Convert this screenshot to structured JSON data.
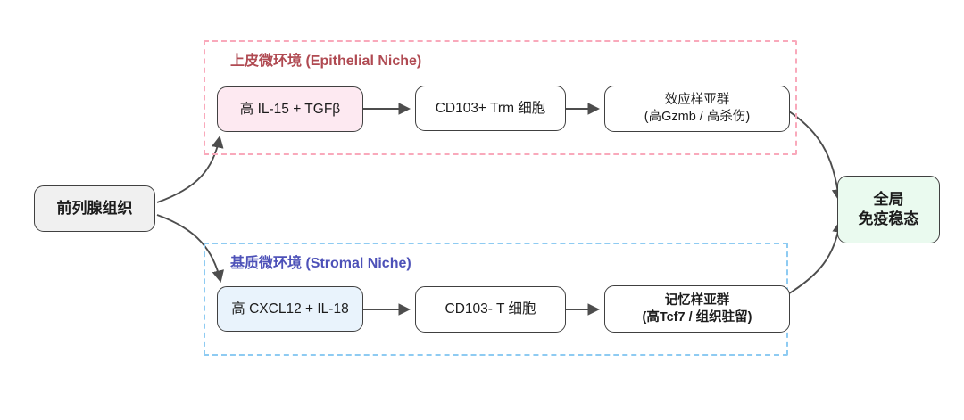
{
  "canvas": {
    "background": "#ffffff",
    "arrow_color": "#4d4d4d",
    "node_border_color": "#404040"
  },
  "root": {
    "label": "前列腺组织",
    "fill": "#f0f0f0"
  },
  "epithelial": {
    "title": "上皮微环境 (Epithelial Niche)",
    "title_color": "#b04a52",
    "border_color": "#f9a9bb",
    "nodes": [
      {
        "label": "高 IL-15 + TGFβ",
        "fill": "#fde9f1"
      },
      {
        "label": "CD103+ Trm 细胞",
        "fill": "#ffffff"
      },
      {
        "line1": "效应样亚群",
        "line2": "(高Gzmb / 高杀伤)",
        "fill": "#ffffff"
      }
    ]
  },
  "stromal": {
    "title": "基质微环境 (Stromal Niche)",
    "title_color": "#4d51b8",
    "border_color": "#8ecbf2",
    "nodes": [
      {
        "label": "高 CXCL12 + IL-18",
        "fill": "#e9f3fc"
      },
      {
        "label": "CD103- T 细胞",
        "fill": "#ffffff"
      },
      {
        "line1": "记忆样亚群",
        "line2": "(高Tcf7 / 组织驻留)",
        "fill": "#ffffff"
      }
    ]
  },
  "outcome": {
    "line1": "全局",
    "line2": "免疫稳态",
    "fill": "#eafaef"
  }
}
